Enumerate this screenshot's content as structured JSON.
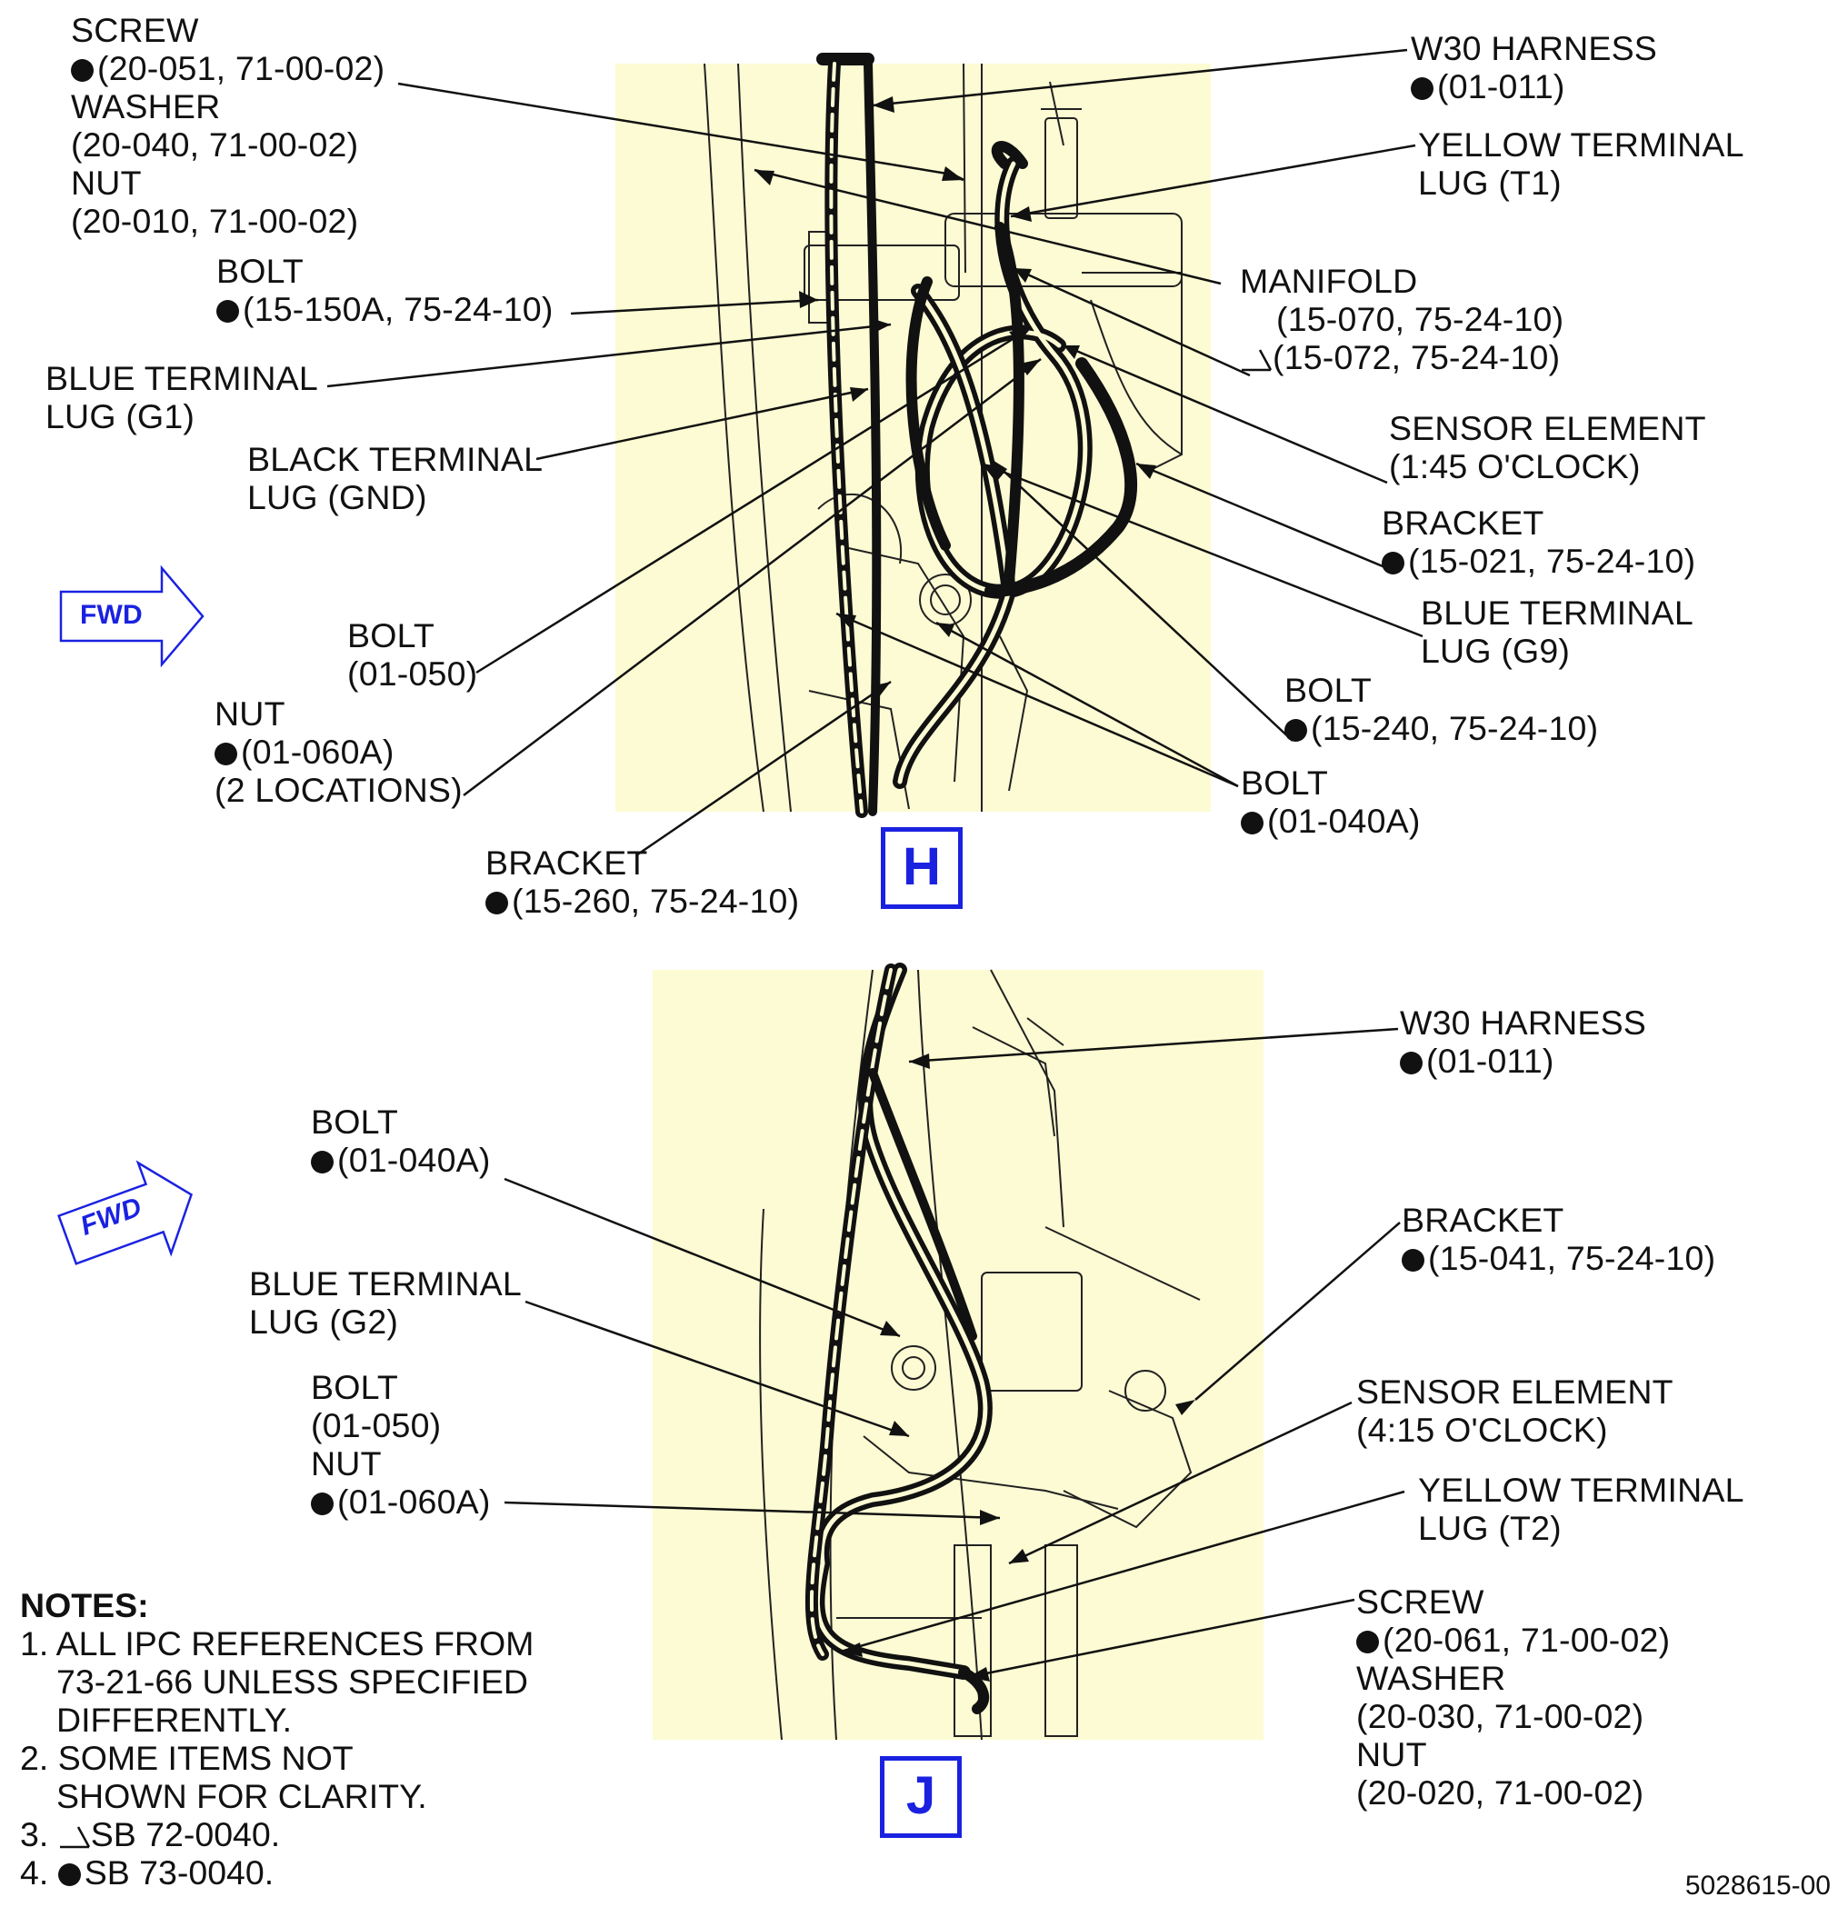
{
  "view_h": {
    "id": "H",
    "labels": {
      "screw_washer_nut": {
        "l1": "SCREW",
        "l2": "(20-051, 71-00-02)",
        "l3": "WASHER",
        "l4": "(20-040, 71-00-02)",
        "l5": "NUT",
        "l6": "(20-010, 71-00-02)"
      },
      "bolt_15150a": {
        "l1": "BOLT",
        "l2": "(15-150A, 75-24-10)"
      },
      "blue_lug_g1": {
        "l1": "BLUE TERMINAL",
        "l2": "LUG (G1)"
      },
      "black_lug_gnd": {
        "l1": "BLACK TERMINAL",
        "l2": "LUG (GND)"
      },
      "bolt_01050": {
        "l1": "BOLT",
        "l2": "(01-050)"
      },
      "nut_01060a": {
        "l1": "NUT",
        "l2": "(01-060A)",
        "l3": "(2 LOCATIONS)"
      },
      "bracket_15260": {
        "l1": "BRACKET",
        "l2": "(15-260, 75-24-10)"
      },
      "w30_harness": {
        "l1": "W30 HARNESS",
        "l2": "(01-011)"
      },
      "yellow_lug_t1": {
        "l1": "YELLOW TERMINAL",
        "l2": "LUG (T1)"
      },
      "manifold": {
        "l1": "MANIFOLD",
        "l2": "(15-070, 75-24-10)",
        "l3": "(15-072, 75-24-10)"
      },
      "sensor_element": {
        "l1": "SENSOR ELEMENT",
        "l2": "(1:45 O'CLOCK)"
      },
      "bracket_15021": {
        "l1": "BRACKET",
        "l2": "(15-021, 75-24-10)"
      },
      "blue_lug_g9": {
        "l1": "BLUE TERMINAL",
        "l2": "LUG (G9)"
      },
      "bolt_15240": {
        "l1": "BOLT",
        "l2": "(15-240, 75-24-10)"
      },
      "bolt_01040a": {
        "l1": "BOLT",
        "l2": "(01-040A)"
      }
    }
  },
  "view_j": {
    "id": "J",
    "labels": {
      "w30_harness": {
        "l1": "W30 HARNESS",
        "l2": "(01-011)"
      },
      "bolt_01040a": {
        "l1": "BOLT",
        "l2": "(01-040A)"
      },
      "blue_lug_g2": {
        "l1": "BLUE TERMINAL",
        "l2": "LUG (G2)"
      },
      "bolt_nut": {
        "l1": "BOLT",
        "l2": "(01-050)",
        "l3": "NUT",
        "l4": "(01-060A)"
      },
      "bracket_15041": {
        "l1": "BRACKET",
        "l2": "(15-041, 75-24-10)"
      },
      "sensor_element": {
        "l1": "SENSOR ELEMENT",
        "l2": "(4:15 O'CLOCK)"
      },
      "yellow_lug_t2": {
        "l1": "YELLOW TERMINAL",
        "l2": "LUG (T2)"
      },
      "screw_washer_nut": {
        "l1": "SCREW",
        "l2": "(20-061, 71-00-02)",
        "l3": "WASHER",
        "l4": "(20-030, 71-00-02)",
        "l5": "NUT",
        "l6": "(20-020, 71-00-02)"
      }
    }
  },
  "fwd_label": "FWD",
  "notes": {
    "title": "NOTES:",
    "n1a": "1. ALL IPC REFERENCES FROM",
    "n1b": "73-21-66 UNLESS SPECIFIED",
    "n1c": "DIFFERENTLY.",
    "n2a": "2. SOME ITEMS NOT",
    "n2b": "SHOWN FOR CLARITY.",
    "n3": "SB 72-0040.",
    "n3_num": "3.",
    "n4": "SB 73-0040.",
    "n4_num": "4."
  },
  "doc_number": "5028615-00",
  "colors": {
    "panel": "#fdfbd3",
    "callout_box": "#1a22e0",
    "fwd_arrow": "#1a22e0"
  }
}
